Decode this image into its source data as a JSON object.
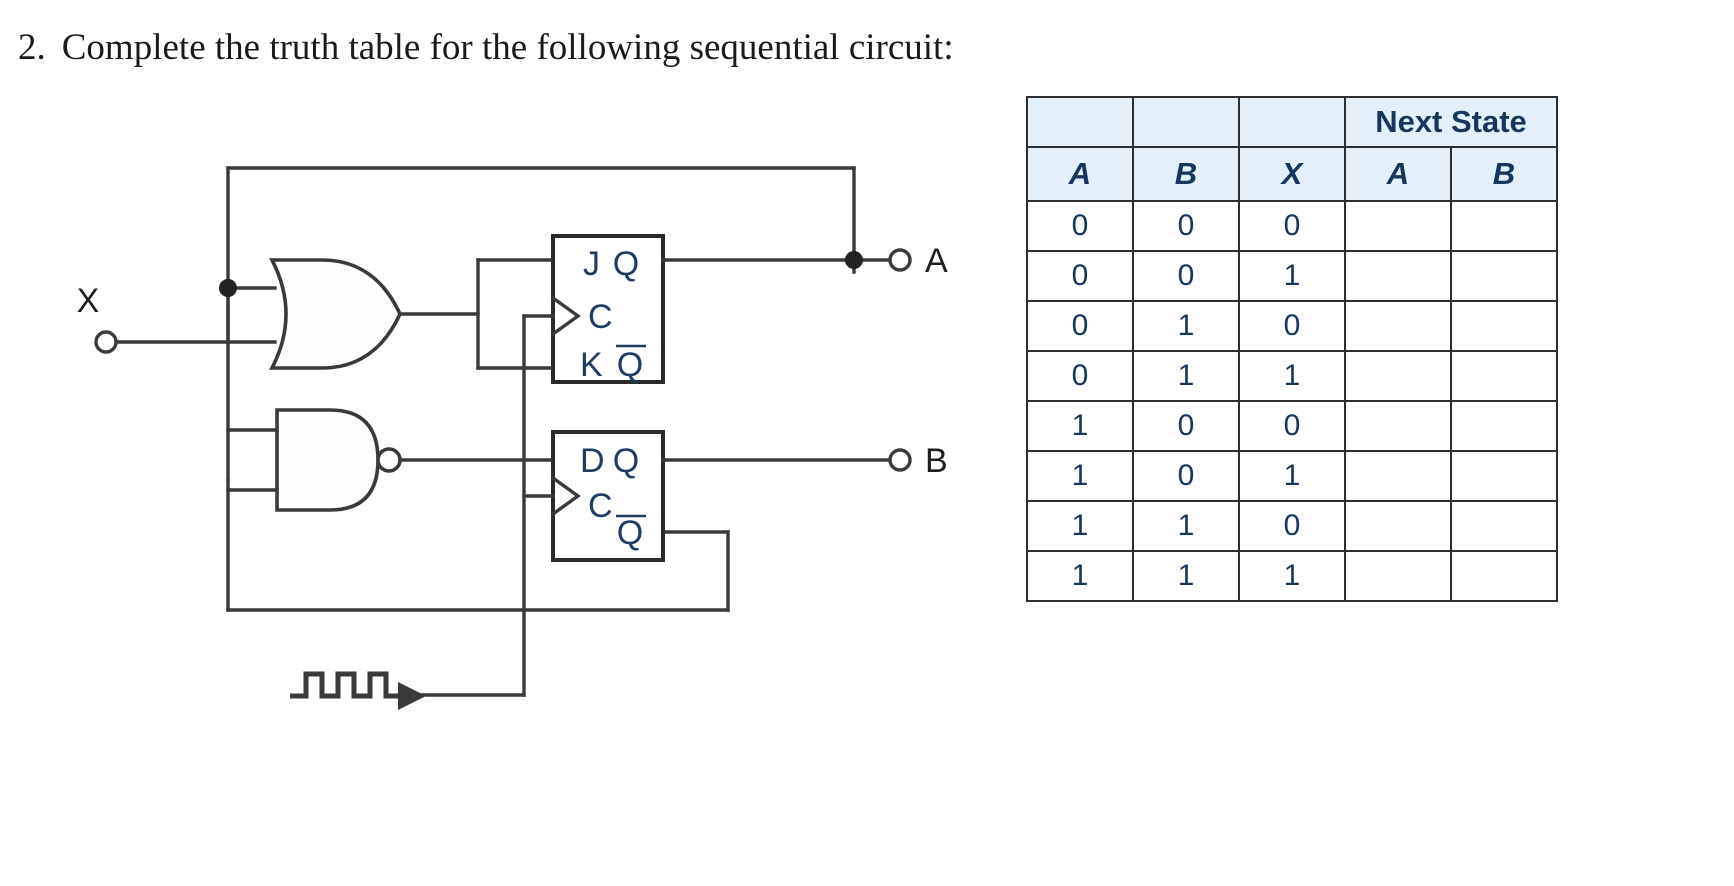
{
  "question": {
    "number": "2.",
    "text": "Complete the truth table for the following sequential circuit:"
  },
  "circuit": {
    "input_label": "X",
    "output_labels": {
      "a": "A",
      "b": "B"
    },
    "gates": [
      {
        "type": "or-gate",
        "name": "or-gate"
      },
      {
        "type": "nand-gate",
        "name": "nand-gate"
      }
    ],
    "flipflops": [
      {
        "type": "jk-flipflop",
        "inputs": [
          "J",
          "C",
          "K"
        ],
        "outputs": [
          "Q",
          "Q"
        ],
        "output_inverted": [
          false,
          true
        ]
      },
      {
        "type": "d-flipflop",
        "inputs": [
          "D",
          "C"
        ],
        "outputs": [
          "Q",
          "Q"
        ],
        "output_inverted": [
          false,
          true
        ]
      }
    ],
    "clock": {
      "name": "clock-waveform",
      "pulses": 3
    }
  },
  "table": {
    "group_header": "Next State",
    "headers": [
      "A",
      "B",
      "X"
    ],
    "next_state_headers": [
      "A",
      "B"
    ],
    "rows": [
      {
        "a": "0",
        "b": "0",
        "x": "0",
        "na": "",
        "nb": ""
      },
      {
        "a": "0",
        "b": "0",
        "x": "1",
        "na": "",
        "nb": ""
      },
      {
        "a": "0",
        "b": "1",
        "x": "0",
        "na": "",
        "nb": ""
      },
      {
        "a": "0",
        "b": "1",
        "x": "1",
        "na": "",
        "nb": ""
      },
      {
        "a": "1",
        "b": "0",
        "x": "0",
        "na": "",
        "nb": ""
      },
      {
        "a": "1",
        "b": "0",
        "x": "1",
        "na": "",
        "nb": ""
      },
      {
        "a": "1",
        "b": "1",
        "x": "0",
        "na": "",
        "nb": ""
      },
      {
        "a": "1",
        "b": "1",
        "x": "1",
        "na": "",
        "nb": ""
      }
    ]
  },
  "colors": {
    "header_bg": "#e3f0fa",
    "header_text": "#17365d",
    "wire": "#3a3a3a",
    "label_blue": "#1f3c63"
  }
}
